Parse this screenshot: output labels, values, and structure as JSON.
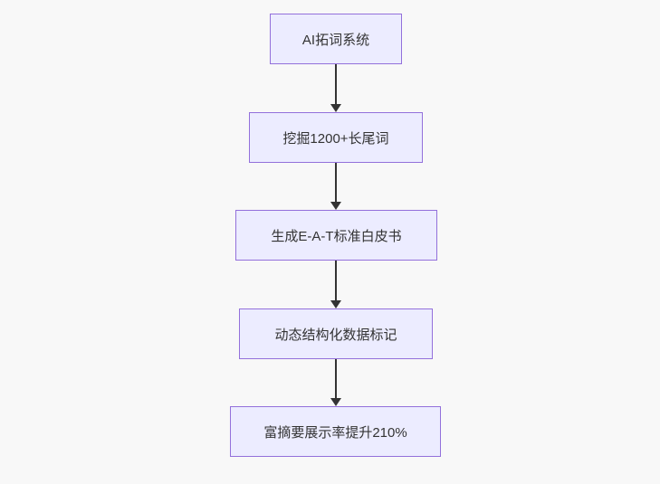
{
  "diagram": {
    "type": "flowchart",
    "direction": "top-down",
    "nodes": [
      {
        "id": "step-1",
        "label": "AI拓词系统"
      },
      {
        "id": "step-2",
        "label": "挖掘1200+长尾词"
      },
      {
        "id": "step-3",
        "label": "生成E-A-T标准白皮书"
      },
      {
        "id": "step-4",
        "label": "动态结构化数据标记"
      },
      {
        "id": "step-5",
        "label": "富摘要展示率提升210%"
      }
    ],
    "edges": [
      {
        "from": "step-1",
        "to": "step-2",
        "arrow": "down"
      },
      {
        "from": "step-2",
        "to": "step-3",
        "arrow": "down"
      },
      {
        "from": "step-3",
        "to": "step-4",
        "arrow": "down"
      },
      {
        "from": "step-4",
        "to": "step-5",
        "arrow": "down"
      }
    ],
    "colors": {
      "background": "#f8f8f8",
      "node_fill": "#ECECFF",
      "node_border": "#9370DB",
      "edge": "#333333",
      "text": "#333333"
    }
  }
}
